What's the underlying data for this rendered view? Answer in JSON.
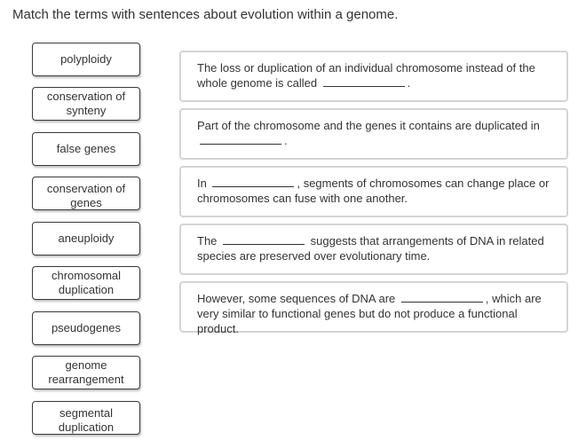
{
  "instruction": "Match the terms with sentences about evolution within a genome.",
  "terms": [
    "polyploidy",
    "conservation of synteny",
    "false genes",
    "conservation of genes",
    "aneuploidy",
    "chromosomal duplication",
    "pseudogenes",
    "genome rearrangement",
    "segmental duplication"
  ],
  "sentences": [
    {
      "before": "The loss or duplication of an individual chromosome instead of the whole genome is called",
      "after": "."
    },
    {
      "before": "Part of the chromosome and the genes it contains are duplicated in",
      "after": "."
    },
    {
      "before": "In",
      "after": ", segments of chromosomes can change place or chromosomes can fuse with one another."
    },
    {
      "before": "The",
      "after": "suggests that arrangements of DNA in related species are preserved over evolutionary time."
    },
    {
      "before": "However, some sequences of DNA are",
      "after": ", which are very similar to functional genes but do not produce a functional product."
    }
  ]
}
